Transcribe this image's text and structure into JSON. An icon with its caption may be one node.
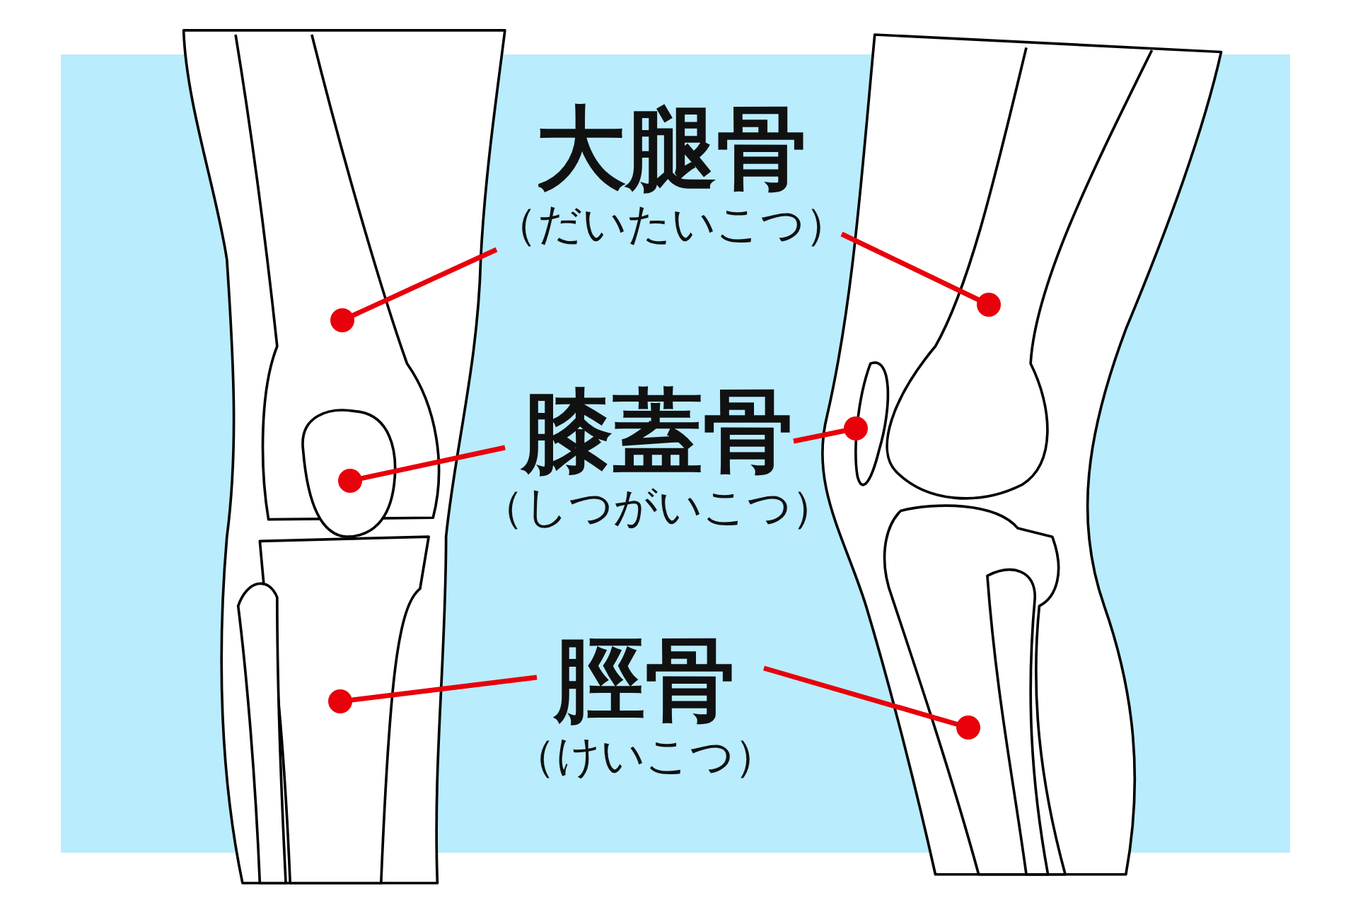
{
  "diagram": {
    "nodes": [
      {
        "text": [
          "大腿骨",
          "（だいたいこつ）"
        ]
      },
      {
        "text": [
          "膝蓋骨",
          "（しつがいこつ）"
        ]
      },
      {
        "text": [
          "脛骨",
          "（けいこつ）"
        ]
      }
    ],
    "edges": [
      {
        "from": 0,
        "to": null,
        "arrow": "other"
      },
      {
        "from": 0,
        "to": null,
        "arrow": "other"
      },
      {
        "from": 1,
        "to": null,
        "arrow": "other"
      },
      {
        "from": 1,
        "to": null,
        "arrow": "other"
      },
      {
        "from": 2,
        "to": null,
        "arrow": "other"
      },
      {
        "from": 2,
        "to": null,
        "arrow": "other"
      }
    ]
  }
}
